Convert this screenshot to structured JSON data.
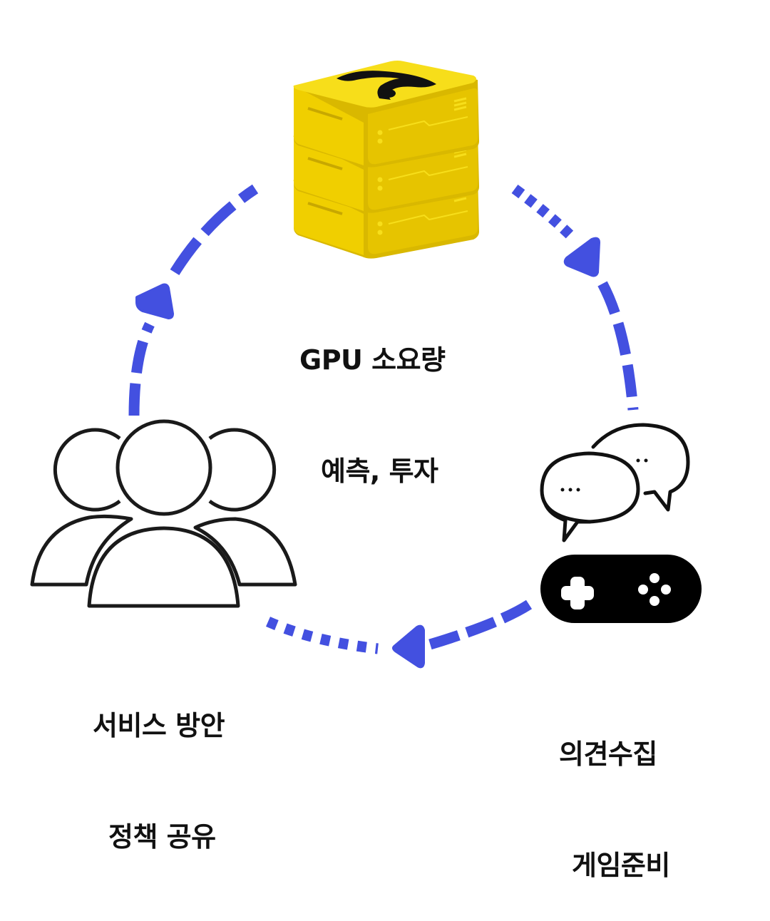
{
  "diagram": {
    "type": "cycle",
    "colors": {
      "arrow": "#4350E0",
      "server_yellow": "#F5D90F",
      "server_shadow": "#D9B800",
      "icon_stroke": "#111111"
    },
    "nodes": [
      {
        "id": "gpu",
        "icon": "server-stack-question-icon",
        "label_lines": [
          "GPU 소요량",
          "예측, 투자"
        ]
      },
      {
        "id": "opinion",
        "icon": "chat-bubbles-gamepad-icon",
        "label_lines": [
          "의견수집",
          "게임준비"
        ]
      },
      {
        "id": "service",
        "icon": "users-group-icon",
        "label_lines": [
          "서비스 방안",
          "정책 공유"
        ]
      }
    ],
    "edges": [
      {
        "from": "gpu",
        "to": "opinion",
        "style": "dotted-then-dashed"
      },
      {
        "from": "opinion",
        "to": "service",
        "style": "solid-then-dotted"
      },
      {
        "from": "service",
        "to": "gpu",
        "style": "dashed"
      }
    ]
  }
}
